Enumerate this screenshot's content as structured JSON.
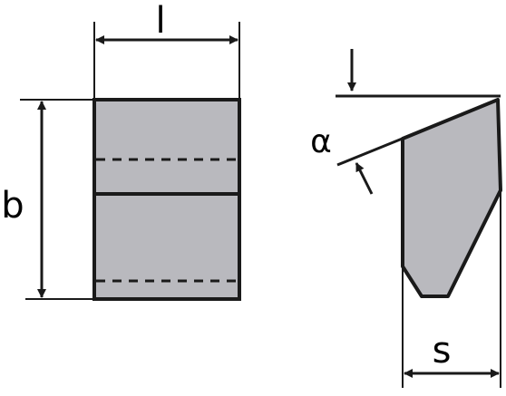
{
  "labels": {
    "length": "l",
    "width": "b",
    "angle": "α",
    "thickness": "s"
  },
  "colors": {
    "stroke": "#1a1a1a",
    "fill": "#b9b9be",
    "background": "#ffffff"
  }
}
